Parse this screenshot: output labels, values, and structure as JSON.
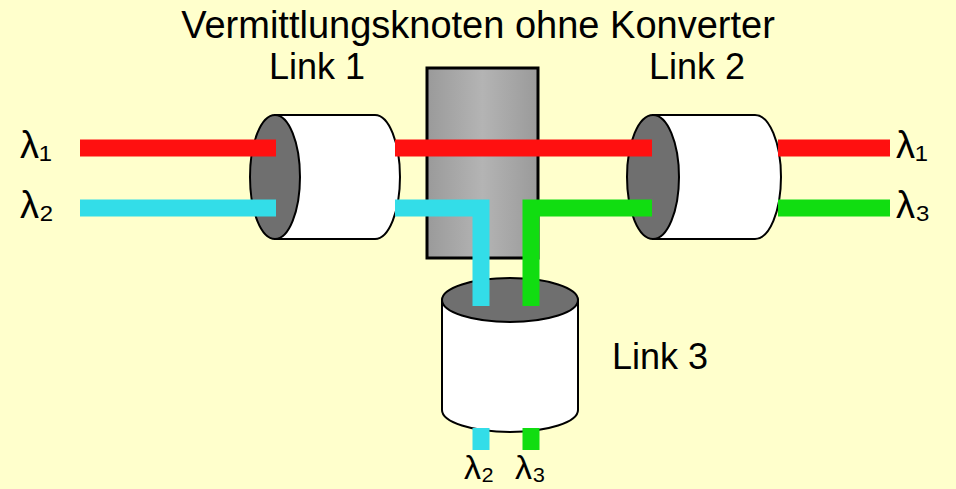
{
  "diagram": {
    "title": "Vermittlungsknoten ohne Konverter",
    "nodes": [
      {
        "text": [
          "Link 1"
        ]
      },
      {
        "text": [
          "Link 2"
        ]
      },
      {
        "text": [
          "Link 3"
        ]
      }
    ],
    "edges": [
      {
        "from": 0,
        "to": 1,
        "arrow": "none"
      },
      {
        "from": 0,
        "to": 2,
        "arrow": "none"
      },
      {
        "from": 1,
        "to": 2,
        "arrow": "none"
      }
    ],
    "labels": [
      "λ₁",
      "λ₂",
      "λ₁",
      "λ₃",
      "λ₂",
      "λ₃"
    ]
  }
}
